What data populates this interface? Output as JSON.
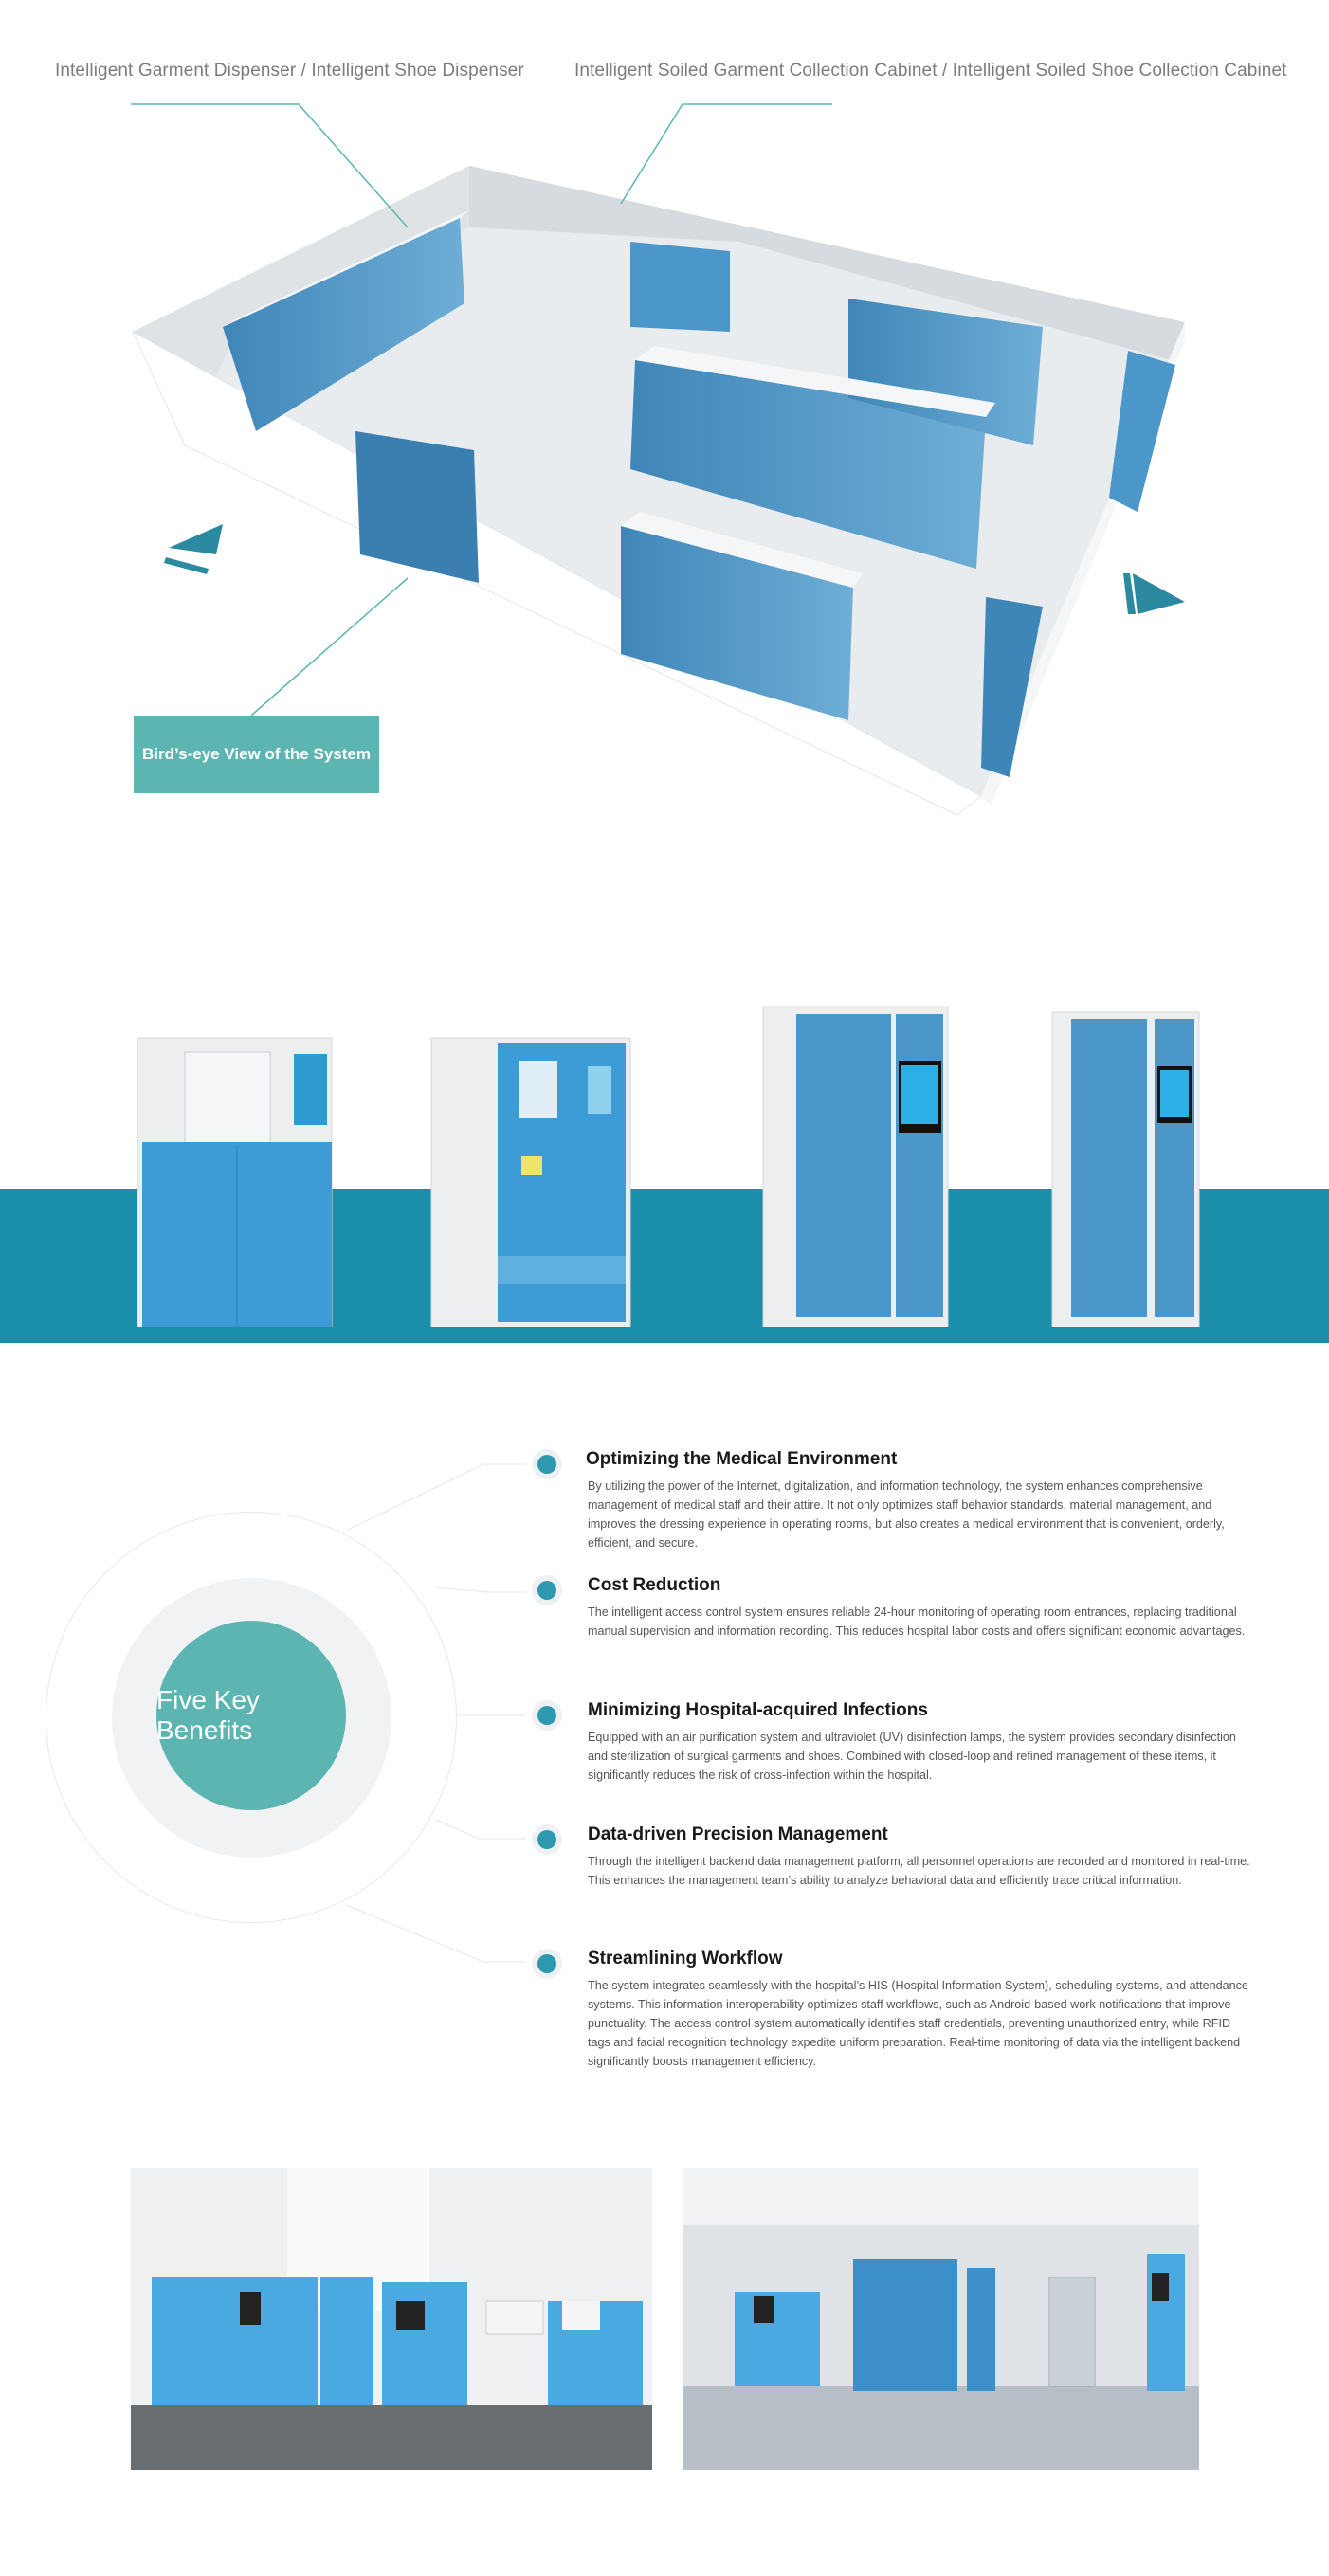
{
  "callouts": {
    "dispenser": "Intelligent Garment Dispenser / Intelligent Shoe Dispenser",
    "collection": "Intelligent Soiled Garment Collection Cabinet / Intelligent Soiled Shoe Collection Cabinet",
    "birds_eye": "Bird’s-eye View of the System"
  },
  "benefits": {
    "title": "Five Key Benefits",
    "items": [
      {
        "title": "Optimizing the Medical Environment",
        "text": "By utilizing the power of the Internet, digitalization, and information technology, the system enhances comprehensive management of medical staff and their attire. It not only optimizes staff behavior standards, material management, and improves the dressing experience in operating rooms, but also creates a medical environment that is convenient, orderly, efficient, and secure."
      },
      {
        "title": "Cost Reduction",
        "text": "The intelligent access control system ensures reliable 24-hour monitoring of operating room entrances, replacing traditional manual supervision and information recording. This reduces hospital labor costs and offers significant economic advantages."
      },
      {
        "title": "Minimizing Hospital-acquired Infections",
        "text": "Equipped with an air purification system and ultraviolet (UV) disinfection lamps, the system provides secondary disinfection and sterilization of surgical garments and shoes. Combined with closed-loop and refined management of these items, it significantly reduces the risk of cross-infection within the hospital."
      },
      {
        "title": "Data-driven Precision Management",
        "text": "Through the intelligent backend data management platform, all personnel operations are recorded and monitored in real-time. This enhances the management team’s ability to analyze behavioral data and efficiently trace critical information."
      },
      {
        "title": "Streamlining Workflow",
        "text": "The system integrates seamlessly with the hospital’s HIS (Hospital Information System), scheduling systems, and attendance systems. This information interoperability optimizes staff workflows, such as Android-based work notifications that improve punctuality. The access control system automatically identifies staff credentials, preventing unauthorized entry, while RFID tags and facial recognition technology expedite uniform preparation. Real-time monitoring of data via the intelligent backend significantly boosts management efficiency."
      }
    ]
  },
  "colors": {
    "teal": "#5cb5b1",
    "band": "#1b8fa9",
    "cabinet": "#4b97c9",
    "cabinet_dark": "#3b7fb0"
  }
}
